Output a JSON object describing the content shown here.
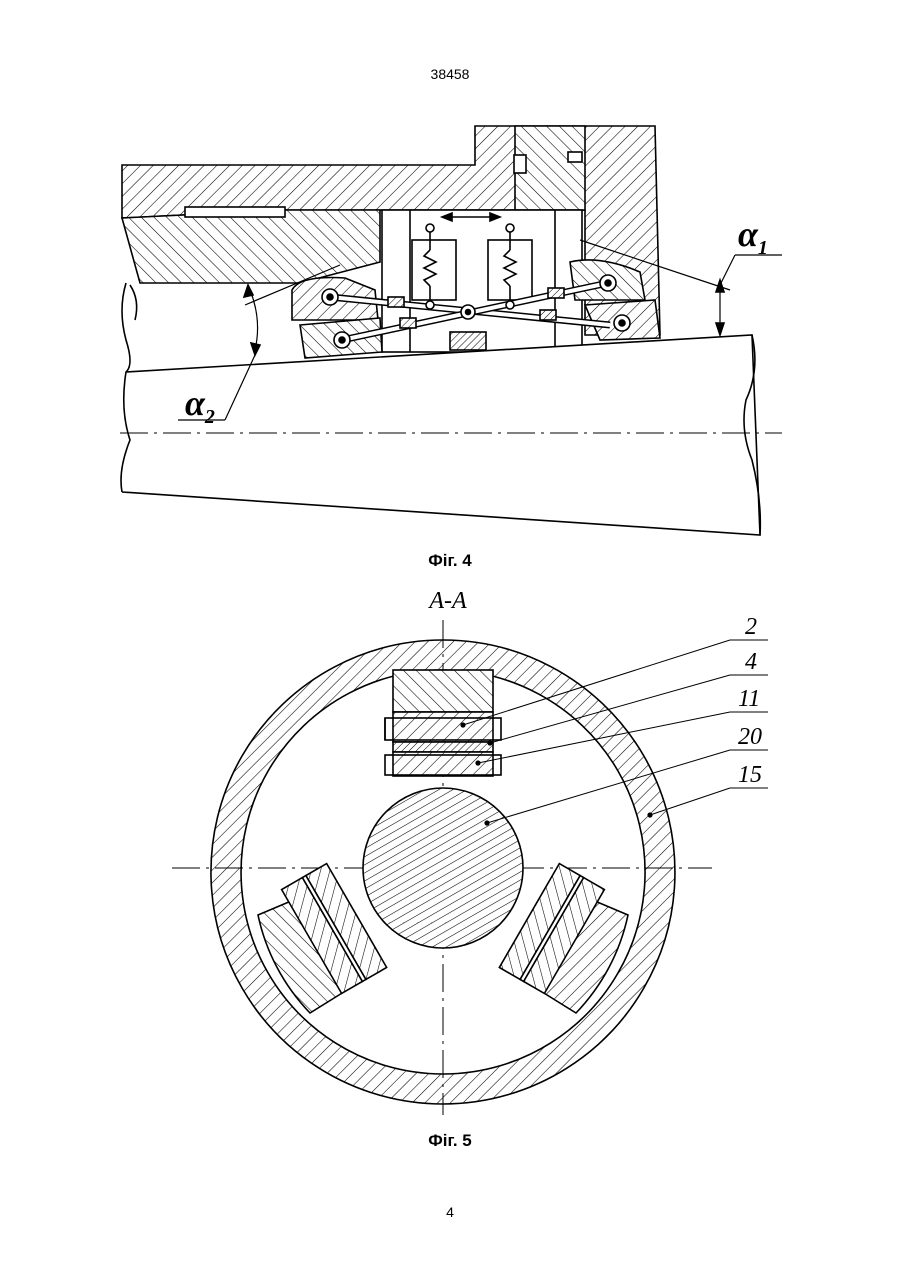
{
  "header": {
    "document_number": "38458"
  },
  "figure4": {
    "caption": "Фіг. 4",
    "labels": {
      "alpha1_symbol": "α",
      "alpha1_sub": "1",
      "alpha2_symbol": "α",
      "alpha2_sub": "2"
    }
  },
  "figure5": {
    "caption": "Фіг. 5",
    "section_label": "A-A",
    "callouts": [
      "2",
      "4",
      "11",
      "20",
      "15"
    ]
  },
  "footer": {
    "page_number": "4"
  }
}
